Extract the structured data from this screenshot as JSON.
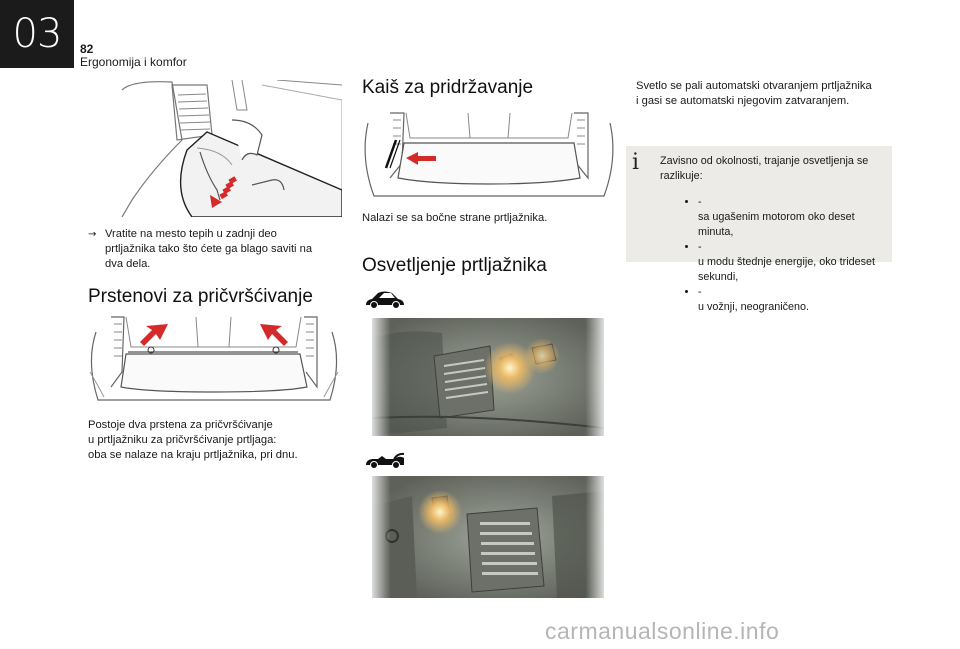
{
  "header": {
    "chapter_number": "03",
    "page_number": "82",
    "section_title": "Ergonomija i komfor"
  },
  "col1": {
    "bullet_symbol": "",
    "bullet_text_lines": [
      "Vratite na mesto tepih u zadnji deo",
      "prtljažnika tako što ćete ga blago saviti na",
      "dva dela."
    ],
    "heading_rings": "Prstenovi za pričvršćivanje",
    "rings_text_lines": [
      "Postoje dva prstena za pričvršćivanje",
      "u prtljažniku za pričvršćivanje prtljaga:",
      "oba se nalaze na kraju prtljažnika, pri dnu."
    ]
  },
  "col2": {
    "heading_strap": "Kaiš za pridržavanje",
    "strap_text": "Nalazi se sa bočne strane prtljažnika.",
    "heading_light": "Osvetljenje prtljažnika"
  },
  "col3": {
    "intro_lines": [
      "Svetlo se pali automatski otvaranjem prtljažnika",
      "i gasi se automatski njegovim zatvaranjem."
    ],
    "info_icon": "i",
    "info_lines": [
      "Zavisno od okolnosti, trajanje osvetljenja se",
      "razlikuje:"
    ],
    "info_items": [
      {
        "dash": "-",
        "lines": [
          "sa ugašenim motorom oko deset minuta,"
        ]
      },
      {
        "dash": "-",
        "lines": [
          "u modu štednje energije, oko trideset",
          "sekundi,"
        ]
      },
      {
        "dash": "-",
        "lines": [
          "u vožnji, neograničeno."
        ]
      }
    ]
  },
  "watermark": "carmanualsonline.info",
  "colors": {
    "chapter_box": "#1b1b1b",
    "arrow_red": "#d42a2a",
    "info_bg": "#ecebe8",
    "photo_bg": "#7b7f76"
  },
  "icons": [
    "carpet-illustration",
    "rings-illustration",
    "strap-illustration",
    "sedan-car-icon",
    "convertible-car-icon",
    "trunk-light-photo"
  ]
}
